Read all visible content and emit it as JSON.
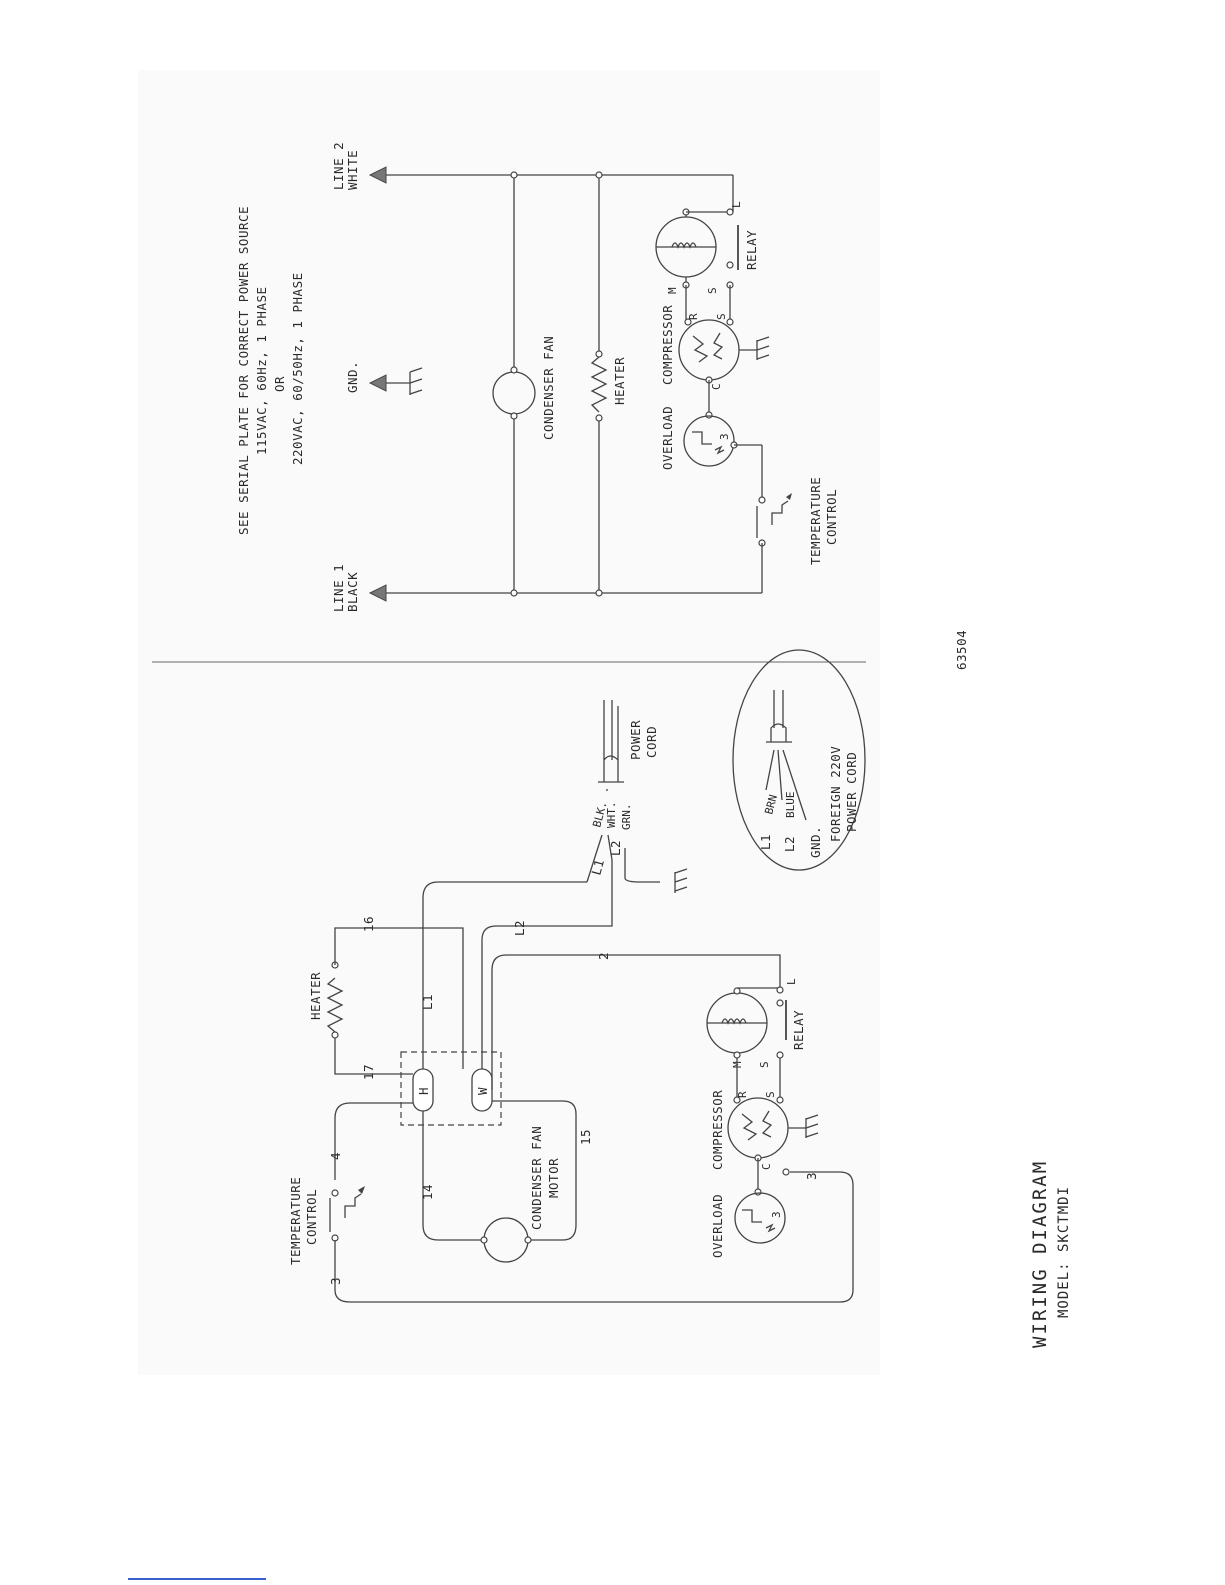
{
  "document": {
    "title": "WIRING DIAGRAM",
    "model": "MODEL: SKCTMDI",
    "part_number": "63504"
  },
  "power_note": {
    "line1": "SEE SERIAL PLATE FOR CORRECT POWER SOURCE",
    "line2": "115VAC, 60Hz, 1 PHASE",
    "line3": "OR",
    "line4": "220VAC, 60/50Hz, 1 PHASE"
  },
  "schematic": {
    "line1": "LINE 1",
    "line1_color": "BLACK",
    "line2": "LINE 2",
    "line2_color": "WHITE",
    "ground": "GND.",
    "condenser_fan": "CONDENSER FAN",
    "heater": "HEATER",
    "overload": "OVERLOAD",
    "compressor": "COMPRESSOR",
    "relay": "RELAY",
    "temp_control_1": "TEMPERATURE",
    "temp_control_2": "CONTROL",
    "pin_r": "R",
    "pin_s": "S",
    "pin_c": "C",
    "pin_m": "M",
    "pin_s2": "S",
    "pin_l": "L",
    "overload_3": "3"
  },
  "pictorial": {
    "temp_control_1": "TEMPERATURE",
    "temp_control_2": "CONTROL",
    "heater": "HEATER",
    "condenser_fan_1": "CONDENSER FAN",
    "condenser_fan_2": "MOTOR",
    "overload": "OVERLOAD",
    "compressor": "COMPRESSOR",
    "relay": "RELAY",
    "power_cord_1": "POWER",
    "power_cord_2": "CORD",
    "block_h": "H",
    "block_w": "W",
    "wire_3a": "3",
    "wire_4": "4",
    "wire_17": "17",
    "wire_16": "16",
    "wire_l1": "L1",
    "wire_l2": "L2",
    "wire_14": "14",
    "wire_15": "15",
    "wire_2": "2",
    "wire_3b": "3",
    "pin_r": "R",
    "pin_s": "S",
    "pin_c": "C",
    "pin_m": "M",
    "pin_s2": "S",
    "pin_l": "L",
    "overload_3": "3",
    "cord_l1": "L1",
    "cord_l2": "L2",
    "cord_blk": "BLK.",
    "cord_wht": "WHT.",
    "cord_grn": "GRN."
  },
  "foreign_cord": {
    "l1": "L1",
    "l2": "L2",
    "gnd": "GND.",
    "brn": "BRN",
    "blue": "BLUE",
    "title_1": "FOREIGN 220V",
    "title_2": "POWER CORD"
  }
}
